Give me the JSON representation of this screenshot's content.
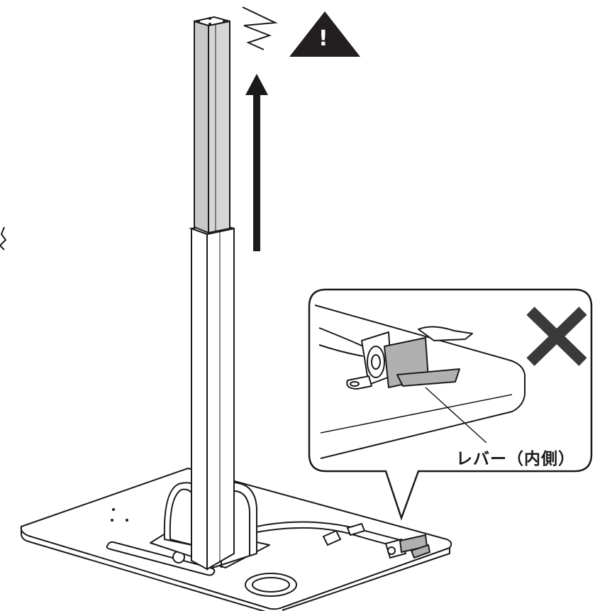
{
  "figure": {
    "callout": {
      "lever_label": "レバー（内側）",
      "prohibited_mark": "cross"
    },
    "warning": {
      "symbol": "!",
      "icon": "warning-triangle-icon"
    },
    "direction": "up",
    "colors": {
      "line": "#1a1a1a",
      "inner_pole_fill": "#c8c8c8",
      "tape_fill": "#b0b0b0",
      "warning_fill": "#231f20",
      "prohibited_fill": "#3a3a3a"
    }
  }
}
